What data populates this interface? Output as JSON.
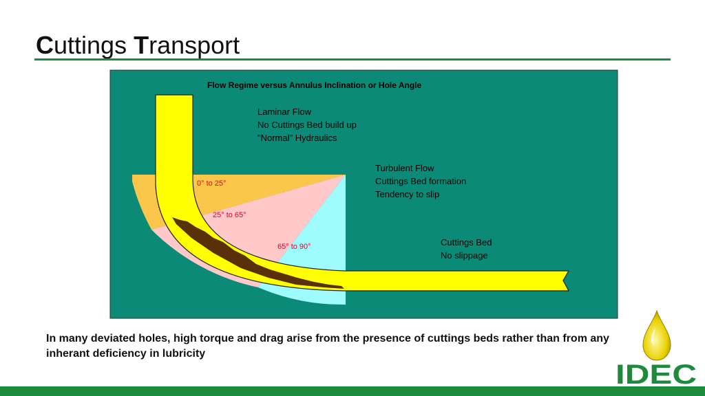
{
  "slide": {
    "title_first_letter_1": "C",
    "title_rest_1": "uttings ",
    "title_first_letter_2": "T",
    "title_rest_2": "ransport",
    "caption": "In many deviated holes, high torque and drag arise from the presence of cuttings beds rather than from any inherant deficiency in lubricity"
  },
  "diagram": {
    "heading": "Flow Regime versus Annulus Inclination or Hole Angle",
    "laminar": [
      "Laminar Flow",
      "No Cuttings Bed build up",
      "\"Normal\" Hydraulics"
    ],
    "turbulent": [
      "Turbulent Flow",
      "Cuttings Bed formation",
      "Tendency to slip"
    ],
    "bed": [
      "Cuttings Bed",
      "No slippage"
    ],
    "angle_1": "0° to 25°",
    "angle_2": "25° to 65°",
    "angle_3": "65° to 90°"
  },
  "logo": {
    "text": "IDEC"
  },
  "colors": {
    "brand_green": "#1e8a3c",
    "panel_teal": "#0b8a77",
    "pipe_yellow": "#ffff00",
    "sector_orange": "#fbc74a",
    "sector_pink": "#ffc9c9",
    "sector_cyan": "#9efcff",
    "cuttings_brown": "#5a3008",
    "angle_text_red": "#e0002a"
  }
}
